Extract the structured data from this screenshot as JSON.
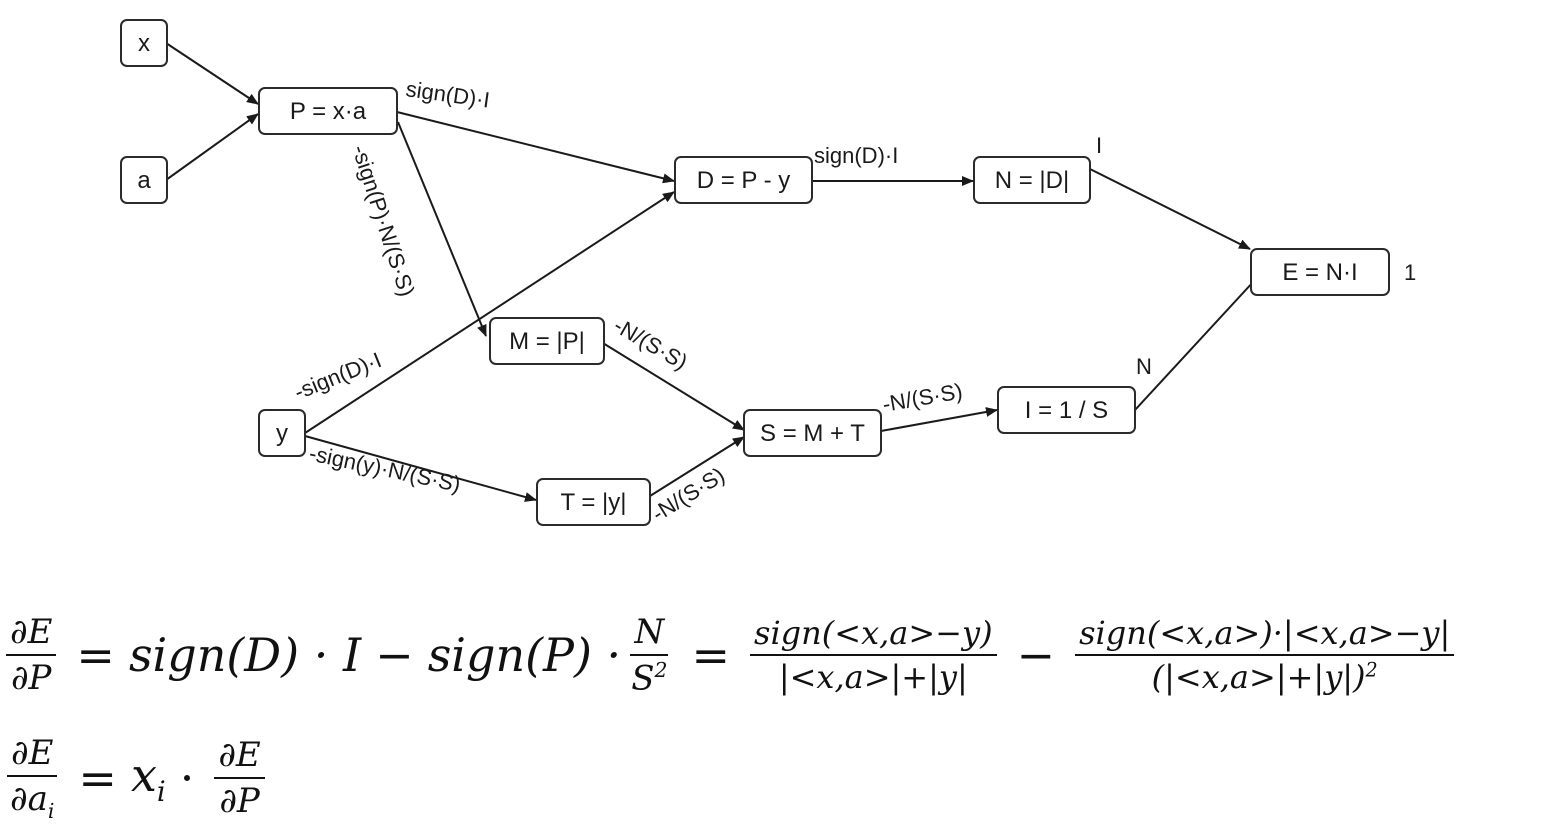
{
  "nodes": [
    {
      "id": "x",
      "label": "x"
    },
    {
      "id": "a",
      "label": "a"
    },
    {
      "id": "P",
      "label": "P = x·a"
    },
    {
      "id": "D",
      "label": "D = P - y"
    },
    {
      "id": "N",
      "label": "N = |D|"
    },
    {
      "id": "E",
      "label": "E = N·I"
    },
    {
      "id": "M",
      "label": "M = |P|"
    },
    {
      "id": "y",
      "label": "y"
    },
    {
      "id": "S",
      "label": "S = M + T"
    },
    {
      "id": "I",
      "label": "I = 1 / S"
    },
    {
      "id": "T",
      "label": "T = |y|"
    }
  ],
  "edges": [
    {
      "from": "x",
      "to": "P",
      "label": ""
    },
    {
      "from": "a",
      "to": "P",
      "label": ""
    },
    {
      "from": "P",
      "to": "D",
      "label": "sign(D)·I"
    },
    {
      "from": "P",
      "to": "M",
      "label": "-sign(P)·N/(S·S)"
    },
    {
      "from": "D",
      "to": "N",
      "label": "sign(D)·I"
    },
    {
      "from": "N",
      "to": "E",
      "label": "I"
    },
    {
      "from": "y",
      "to": "D",
      "label": "-sign(D)·I"
    },
    {
      "from": "y",
      "to": "T",
      "label": "-sign(y)·N/(S·S)"
    },
    {
      "from": "M",
      "to": "S",
      "label": "-N/(S·S)"
    },
    {
      "from": "T",
      "to": "S",
      "label": "-N/(S·S)"
    },
    {
      "from": "S",
      "to": "I",
      "label": "-N/(S·S)"
    },
    {
      "from": "I",
      "to": "E",
      "label": "N"
    }
  ],
  "output_gradient": "1",
  "equation1": {
    "lhs_num": "∂E",
    "lhs_den": "∂P",
    "equals": "=",
    "minus": "−",
    "term1": "sign(D) · I",
    "term2": "sign(P) ·",
    "f1_num": "N",
    "f1_den": "S",
    "f1_den_exp": "2",
    "f2_num": "sign(<x,a>−y)",
    "f2_den": "|<x,a>|+|y|",
    "f3_num": "sign(<x,a>)·|<x,a>−y|",
    "f3_den": "(|<x,a>|+|y|)",
    "f3_den_exp": "2"
  },
  "equation2": {
    "lhs_num": "∂E",
    "lhs_den": "∂a",
    "lhs_den_sub": "i",
    "equals": "=",
    "var": "x",
    "var_sub": "i",
    "dot": "·",
    "rhs_num": "∂E",
    "rhs_den": "∂P"
  }
}
